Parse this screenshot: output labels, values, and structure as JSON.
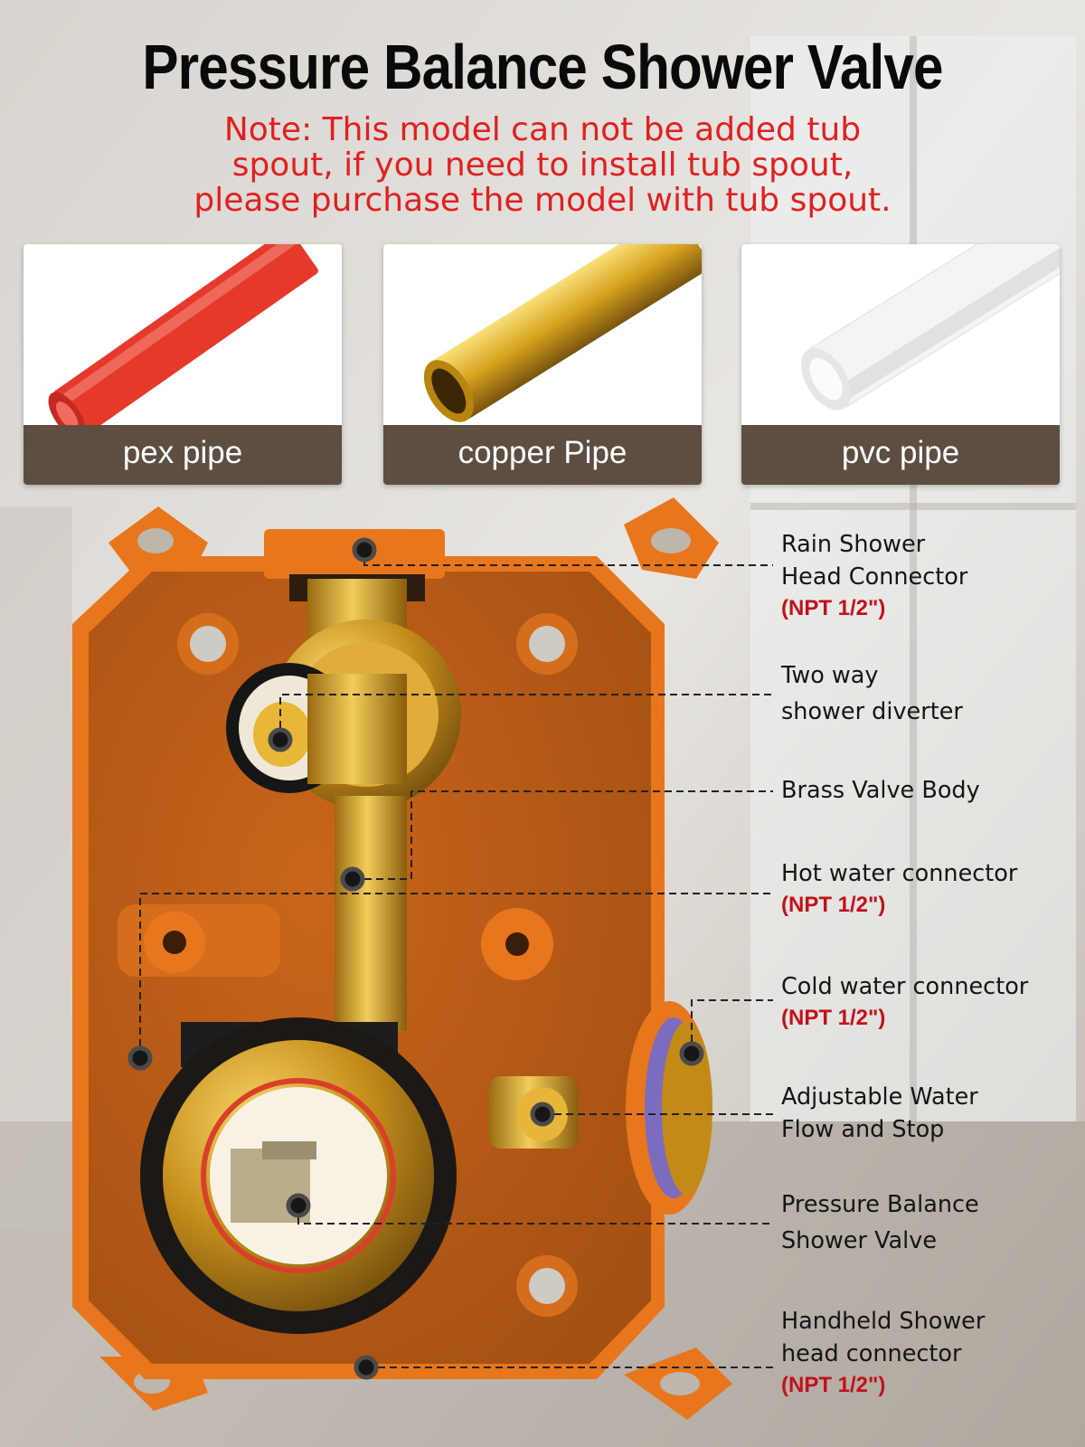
{
  "title": "Pressure Balance Shower Valve",
  "note": {
    "lines": [
      "Note: This model can not be added tub",
      "spout, if you need to install tub spout,",
      "please purchase the model with tub spout."
    ]
  },
  "pipes": [
    {
      "label": "pex pipe",
      "color": "#e53a2e"
    },
    {
      "label": "copper Pipe",
      "color": "#d9a520"
    },
    {
      "label": "pvc pipe",
      "color": "#f2f2f2"
    }
  ],
  "callouts": [
    {
      "lines": [
        "Rain Shower",
        "Head Connector"
      ],
      "spec": "(NPT 1/2\")"
    },
    {
      "lines": [
        "Two way",
        "shower diverter"
      ],
      "spec": ""
    },
    {
      "lines": [
        "Brass Valve Body"
      ],
      "spec": ""
    },
    {
      "lines": [
        "Hot water connector"
      ],
      "spec": "(NPT 1/2\")"
    },
    {
      "lines": [
        "Cold water connector"
      ],
      "spec": "(NPT 1/2\")"
    },
    {
      "lines": [
        "Adjustable Water",
        "Flow and Stop"
      ],
      "spec": ""
    },
    {
      "lines": [
        "Pressure Balance",
        "Shower Valve"
      ],
      "spec": ""
    },
    {
      "lines": [
        "Handheld Shower",
        "head connector"
      ],
      "spec": "(NPT 1/2\")"
    }
  ],
  "colors": {
    "title": "#0a0a0a",
    "note": "#e02020",
    "label_band": "#5e4e42",
    "spec": "#c0121a",
    "housing": "#e8761c",
    "brass": "#d49a1e"
  }
}
